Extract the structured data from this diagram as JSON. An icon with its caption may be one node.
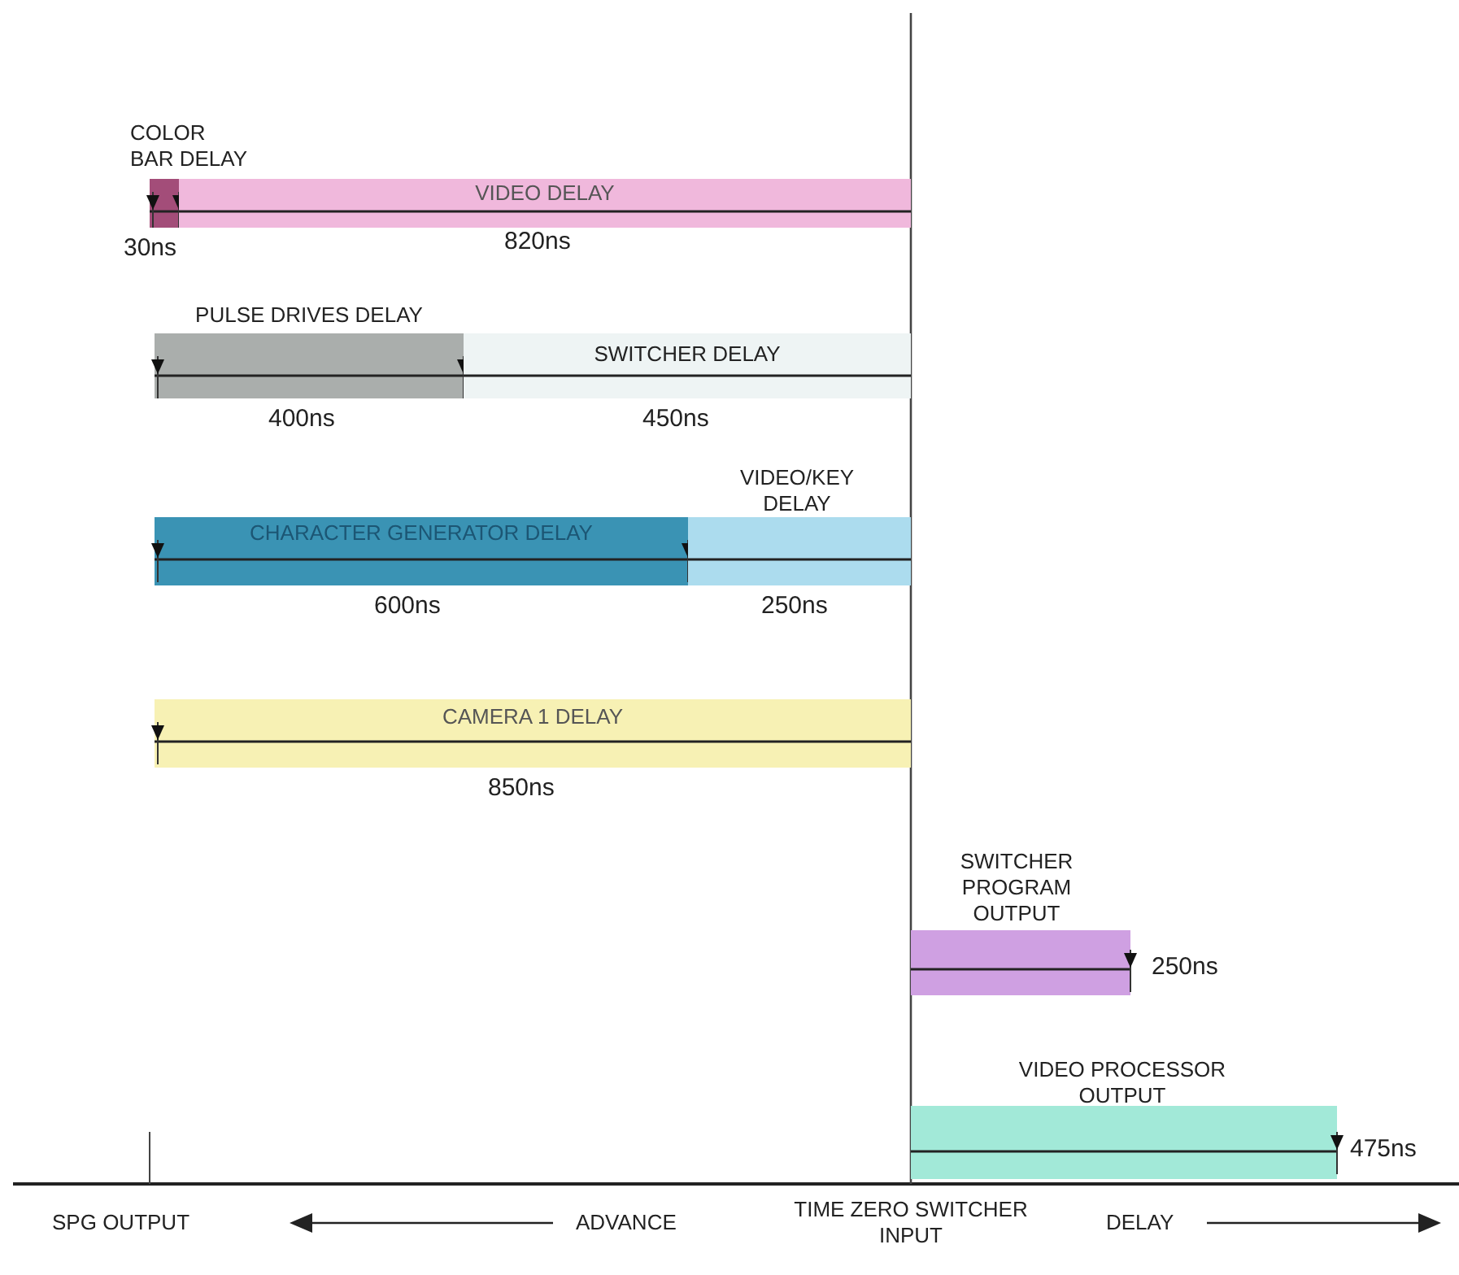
{
  "diagram": {
    "nodes": [
      {
        "text": [
          "COLOR BAR DELAY"
        ],
        "beside": [
          "30ns"
        ]
      },
      {
        "text": [
          "VIDEO DELAY"
        ],
        "beside": [
          "820ns"
        ]
      },
      {
        "text": [
          "PULSE DRIVES DELAY"
        ],
        "beside": [
          "400ns"
        ]
      },
      {
        "text": [
          "SWITCHER DELAY"
        ],
        "beside": [
          "450ns"
        ]
      },
      {
        "text": [
          "CHARACTER GENERATOR DELAY"
        ],
        "beside": [
          "600ns"
        ]
      },
      {
        "text": [
          "VIDEO/KEY DELAY"
        ],
        "beside": [
          "250ns"
        ]
      },
      {
        "text": [
          "CAMERA 1 DELAY"
        ],
        "beside": [
          "850ns"
        ]
      },
      {
        "text": [
          "SWITCHER PROGRAM OUTPUT"
        ],
        "beside": [
          "250ns"
        ]
      },
      {
        "text": [
          "VIDEO PROCESSOR OUTPUT"
        ],
        "beside": [
          "475ns"
        ]
      }
    ],
    "labels": [
      "SPG OUTPUT",
      "ADVANCE",
      "TIME ZERO SWITCHER INPUT",
      "DELAY"
    ]
  }
}
